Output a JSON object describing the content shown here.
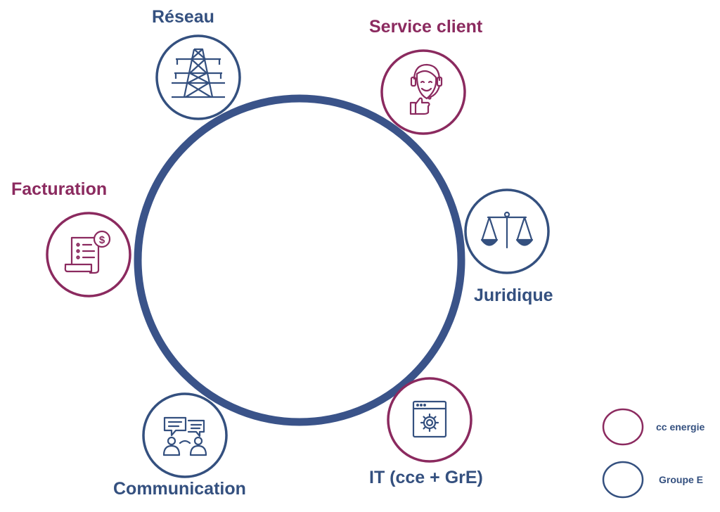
{
  "colors": {
    "groupe_e": "#34507f",
    "cc_energie": "#8b2a5f",
    "background": "#ffffff"
  },
  "nodes": [
    {
      "id": "reseau",
      "label": "Réseau",
      "icon": "power-pylon-icon",
      "group": "groupe_e"
    },
    {
      "id": "service-client",
      "label": "Service client",
      "icon": "support-agent-icon",
      "group": "cc_energie"
    },
    {
      "id": "facturation",
      "label": "Facturation",
      "icon": "invoice-dollar-icon",
      "group": "cc_energie"
    },
    {
      "id": "juridique",
      "label": "Juridique",
      "icon": "scales-of-justice-icon",
      "group": "groupe_e"
    },
    {
      "id": "communication",
      "label": "Communication",
      "icon": "people-chat-icon",
      "group": "groupe_e"
    },
    {
      "id": "it",
      "label": "IT (cce + GrE)",
      "icon": "browser-gear-icon",
      "group": "cc_energie"
    }
  ],
  "legend": [
    {
      "label": "cc energie",
      "group": "cc_energie"
    },
    {
      "label": "Groupe E",
      "group": "groupe_e"
    }
  ]
}
